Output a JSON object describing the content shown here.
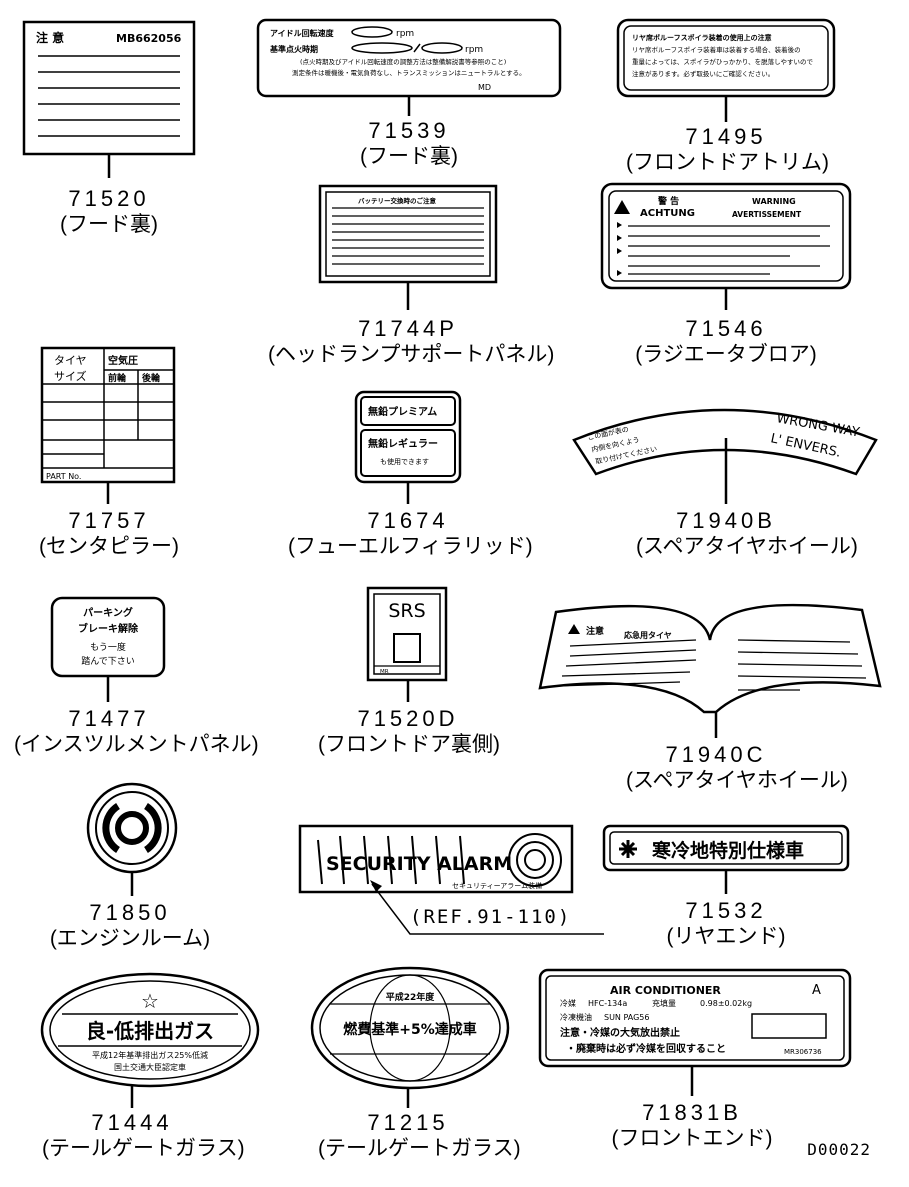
{
  "diagram_code": "D00022",
  "reference": "(REF.91-110)",
  "parts": [
    {
      "number": "71520",
      "name": "(フード裏)"
    },
    {
      "number": "71539",
      "name": "(フード裏)"
    },
    {
      "number": "71495",
      "name": "(フロントドアトリム)"
    },
    {
      "number": "71744P",
      "name": "(ヘッドランプサポートパネル)"
    },
    {
      "number": "71546",
      "name": "(ラジエータブロア)"
    },
    {
      "number": "71757",
      "name": "(センタピラー)"
    },
    {
      "number": "71674",
      "name": "(フューエルフィラリッド)"
    },
    {
      "number": "71940B",
      "name": "(スペアタイヤホイール)"
    },
    {
      "number": "71477",
      "name": "(インスツルメントパネル)"
    },
    {
      "number": "71520D",
      "name": "(フロントドア裏側)"
    },
    {
      "number": "71940C",
      "name": "(スペアタイヤホイール)"
    },
    {
      "number": "71850",
      "name": "(エンジンルーム)"
    },
    {
      "number": "71532",
      "name": "(リヤエンド)"
    },
    {
      "number": "71444",
      "name": "(テールゲートガラス)"
    },
    {
      "number": "71215",
      "name": "(テールゲートガラス)"
    },
    {
      "number": "71831B",
      "name": "(フロントエンド)"
    }
  ],
  "labels": {
    "l71520": {
      "title": "注 意",
      "code": "MB662056"
    },
    "l71539": {
      "line1": "アイドル回転速度",
      "line2": "基準点火時期",
      "unit": "rpm",
      "note1": "(点火時期及びアイドル回転速度の調整方法は整備解説書等参照のこと)",
      "note2": "測定条件は暖機後・電気負荷なし、トランスミッションはニュートラルとする。",
      "mark": "MD"
    },
    "l71495": {
      "line1": "リヤ席ボルーフスポイラ装着の使用上の注意",
      "line2": "リヤ席ボルーフスポイラ装着車は装着する場合、装着後の",
      "line3": "重量によっては、スポイラがひっかかり、を脱落しやすいので",
      "line4": "注意があります。必ず取扱いにご確認ください。"
    },
    "l71744P": {
      "title": "バッテリー交換時のご注意"
    },
    "l71546": {
      "warn_jp": "警 告",
      "warn_de": "ACHTUNG",
      "warn_en": "WARNING",
      "warn_fr": "AVERTISSEMENT"
    },
    "l71757": {
      "h1": "タイヤ",
      "h1b": "サイズ",
      "h2": "空気圧",
      "h3": "前輪",
      "h4": "後輪",
      "footer": "PART No."
    },
    "l71674": {
      "top": "無鉛プレミアム",
      "bottom": "無鉛レギュラー",
      "bottom_sub": "も使用できます"
    },
    "l71940B": {
      "en1": "WRONG WAY",
      "en2": "L' ENVERS.",
      "jp1": "この面が表の",
      "jp2": "内側を向くよう",
      "jp3": "取り付けてください"
    },
    "l71477": {
      "line1": "パーキング",
      "line2": "ブレーキ解除",
      "line3": "もう一度",
      "line4": "踏んで下さい"
    },
    "l71520D": {
      "text": "SRS",
      "mr": "MR"
    },
    "l71940C": {
      "title": "注意",
      "sub": "応急用タイヤ"
    },
    "l71532": {
      "text": "寒冷地特別仕様車"
    },
    "l71444": {
      "star": "☆",
      "main": "良-低排出ガス",
      "sub1": "平成12年基準排出ガス25%低減",
      "sub2": "国土交通大臣認定車"
    },
    "l71215": {
      "top": "平成22年度",
      "main": "燃費基準+5%達成車"
    },
    "l71831B": {
      "title": "AIR CONDITIONER",
      "mark": "A",
      "r1a": "冷媒",
      "r1b": "HFC-134a",
      "r1c": "充填量",
      "r1d": "0.98±0.02kg",
      "r2a": "冷凍機油",
      "r2b": "SUN PAG56",
      "r3": "注意・冷媒の大気放出禁止",
      "r4": "・廃棄時は必ず冷媒を回収すること",
      "code": "MR306736"
    },
    "security": {
      "main": "SECURITY ALARM",
      "sub": "セキュリティーアラーム装備"
    }
  }
}
